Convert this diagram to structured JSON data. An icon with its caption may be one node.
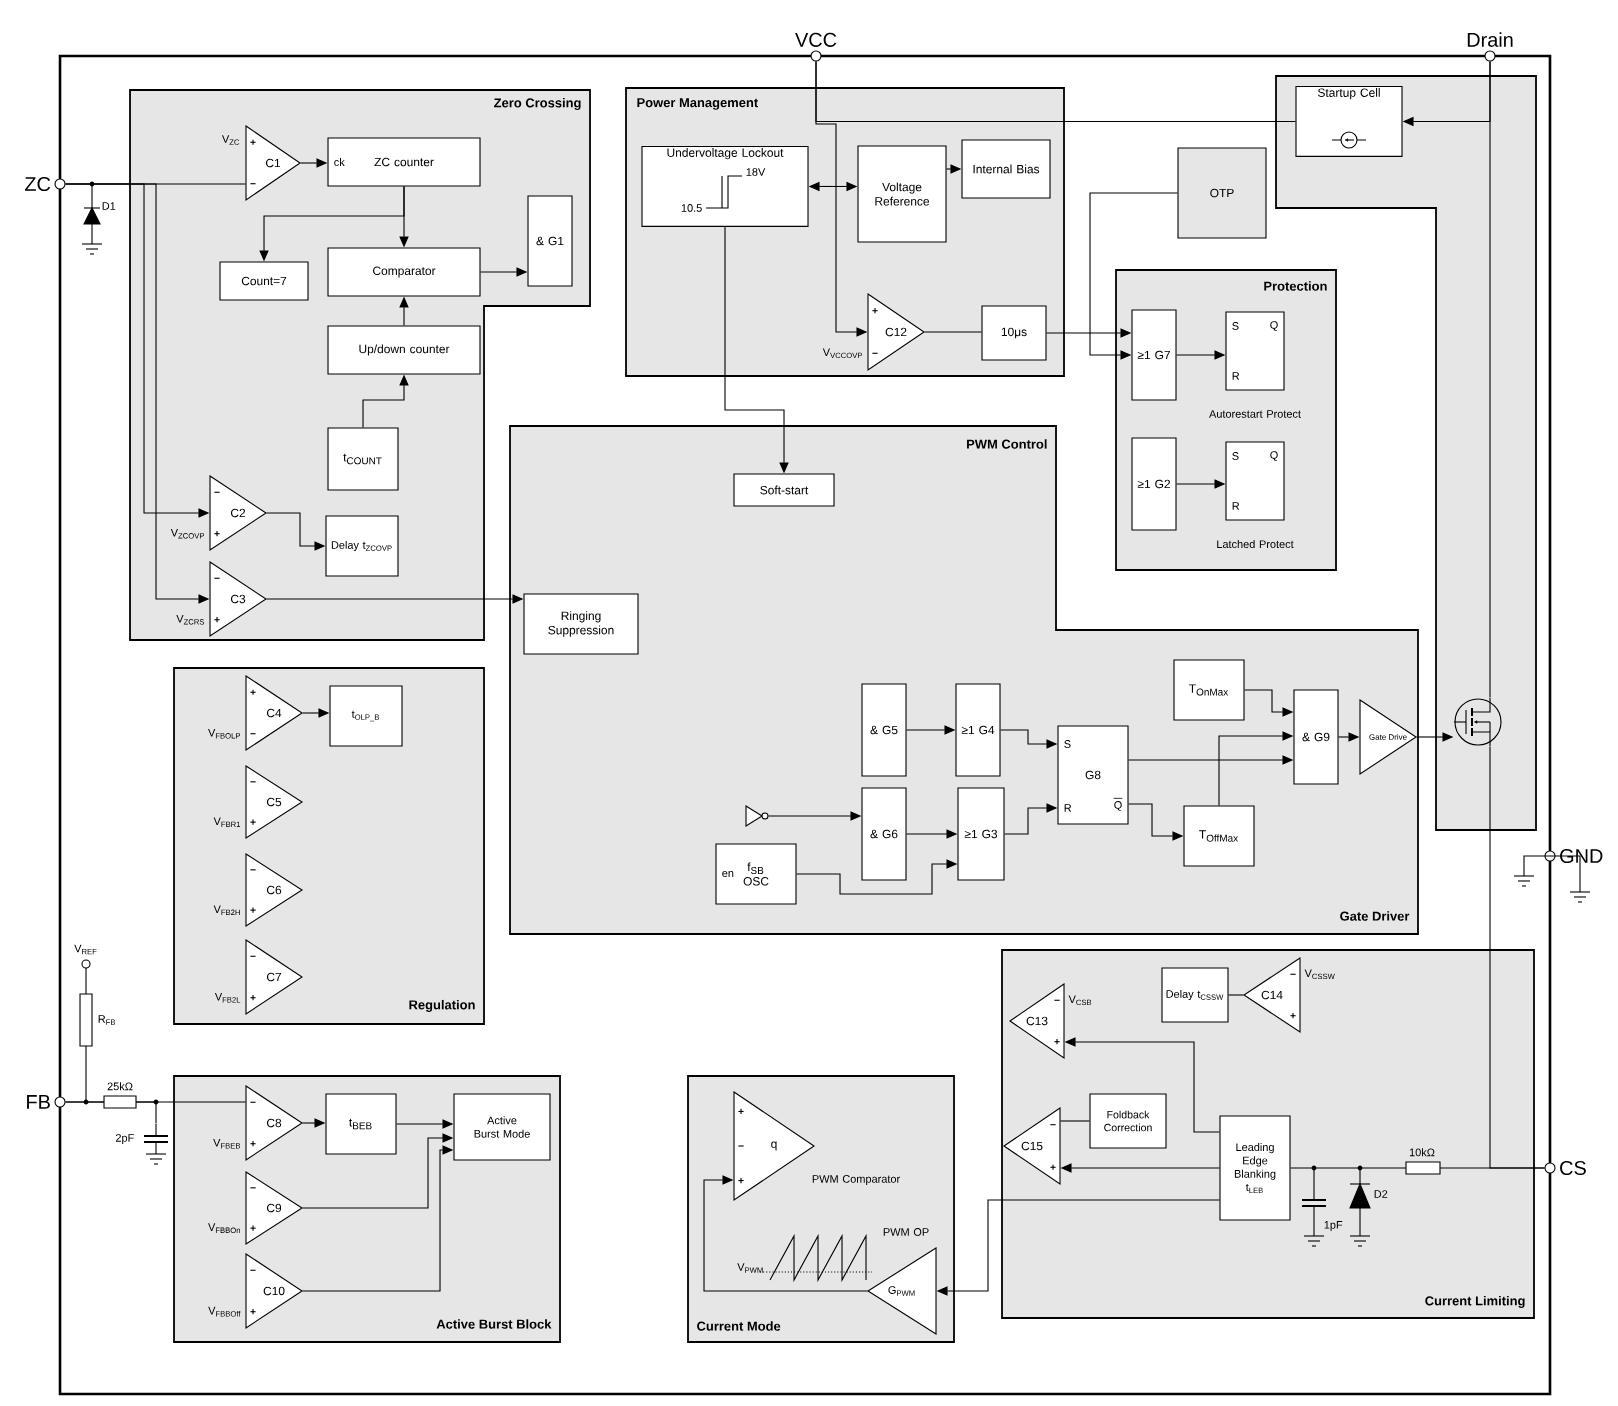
{
  "diagram": {
    "nodes": [
      {
        "text": [
          "Zero Crossing"
        ]
      },
      {
        "text": [
          "C1"
        ],
        "in": 0,
        "beside": [
          "V$_{ZC}$"
        ]
      },
      {
        "text": [
          "ZC counter"
        ],
        "in": 0
      },
      {
        "text": [
          "Count=7"
        ],
        "in": 0
      },
      {
        "text": [
          "Comparator"
        ],
        "in": 0
      },
      {
        "text": [
          "& G1"
        ],
        "in": 0
      },
      {
        "text": [
          "Up/down counter"
        ],
        "in": 0
      },
      {
        "text": [
          "t$_{COUNT}$"
        ],
        "in": 0
      },
      {
        "text": [
          "C2"
        ],
        "in": 0,
        "beside": [
          "V$_{ZCOVP}$"
        ]
      },
      {
        "text": [
          "Delay t$_{ZCOVP}$"
        ],
        "in": 0
      },
      {
        "text": [
          "C3"
        ],
        "in": 0,
        "beside": [
          "V$_{ZCRS}$"
        ]
      },
      {
        "text": [
          "Power Management"
        ]
      },
      {
        "text": [
          "Undervoltage Lockout"
        ],
        "in": 11
      },
      {
        "text": [
          "Voltage Reference"
        ],
        "in": 11
      },
      {
        "text": [
          "Internal Bias"
        ],
        "in": 11
      },
      {
        "text": [
          "C12"
        ],
        "in": 11,
        "beside": [
          "V$_{VCCOVP}$"
        ]
      },
      {
        "text": [
          "10μs"
        ],
        "in": 11
      },
      {
        "text": [
          "OTP"
        ]
      },
      {
        "text": [],
        "shape": "box"
      },
      {
        "text": [
          "Startup Cell"
        ],
        "in": 18
      },
      {
        "text": [],
        "shape": "picture",
        "in": 18
      },
      {
        "text": [
          "Protection"
        ]
      },
      {
        "text": [
          "≥1 G7"
        ],
        "in": 21
      },
      {
        "text": [],
        "shape": "box",
        "in": 21,
        "beside": [
          "Autorestart Protect"
        ]
      },
      {
        "text": [
          "≥1 G2"
        ],
        "in": 21
      },
      {
        "text": [],
        "shape": "box",
        "in": 21,
        "beside": [
          "Latched Protect"
        ]
      },
      {
        "text": [
          "PWM Control",
          "Gate Driver"
        ]
      },
      {
        "text": [
          "Soft-start"
        ],
        "in": 26
      },
      {
        "text": [
          "Ringing Suppression"
        ],
        "in": 26
      },
      {
        "text": [
          "& G5"
        ],
        "in": 26
      },
      {
        "text": [
          "≥1 G4"
        ],
        "in": 26
      },
      {
        "text": [
          "& G6"
        ],
        "in": 26
      },
      {
        "text": [
          "≥1 G3"
        ],
        "in": 26
      },
      {
        "text": [],
        "shape": "triangle",
        "in": 26
      },
      {
        "text": [
          "f$_{SB}$ OSC"
        ],
        "in": 26
      },
      {
        "text": [
          "G8"
        ],
        "in": 26
      },
      {
        "text": [
          "T$_{OnMax}$"
        ],
        "in": 26
      },
      {
        "text": [
          "T$_{OffMax}$"
        ],
        "in": 26
      },
      {
        "text": [
          "& G9"
        ],
        "in": 26
      },
      {
        "text": [
          "Gate Drive"
        ],
        "in": 26
      },
      {
        "text": [
          "Regulation"
        ]
      },
      {
        "text": [
          "C4"
        ],
        "in": 40,
        "beside": [
          "V$_{FBOLP}$"
        ]
      },
      {
        "text": [
          "t$_{OLP_B}$"
        ],
        "in": 40
      },
      {
        "text": [
          "C5"
        ],
        "in": 40,
        "beside": [
          "V$_{FBR1}$"
        ]
      },
      {
        "text": [
          "C6"
        ],
        "in": 40,
        "beside": [
          "V$_{FB2H}$"
        ]
      },
      {
        "text": [
          "C7"
        ],
        "in": 40,
        "beside": [
          "V$_{FB2L}$"
        ]
      },
      {
        "text": [
          "Active Burst Block"
        ]
      },
      {
        "text": [
          "C8"
        ],
        "in": 46,
        "beside": [
          "V$_{FBEB}$"
        ]
      },
      {
        "text": [
          "t$_{BEB}$"
        ],
        "in": 46
      },
      {
        "text": [
          "Active Burst Mode"
        ],
        "in": 46
      },
      {
        "text": [
          "C9"
        ],
        "in": 46,
        "beside": [
          "V$_{FBBOn}$"
        ]
      },
      {
        "text": [
          "C10"
        ],
        "in": 46,
        "beside": [
          "V$_{FBBOff}$"
        ]
      },
      {
        "text": [
          "Current Mode"
        ]
      },
      {
        "text": [
          "q"
        ],
        "in": 52,
        "beside": [
          "PWM Comparator"
        ]
      },
      {
        "text": [
          "G$_{PWM}$"
        ],
        "in": 52,
        "beside": [
          "PWM OP"
        ]
      },
      {
        "text": [
          "Current Limiting"
        ]
      },
      {
        "text": [
          "C13"
        ],
        "in": 55,
        "beside": [
          "V$_{CSB}$"
        ]
      },
      {
        "text": [
          "Delay t$_{CSSW}$"
        ],
        "in": 55
      },
      {
        "text": [
          "C14"
        ],
        "in": 55,
        "beside": [
          "V$_{CSSW}$"
        ]
      },
      {
        "text": [
          "Foldback Correction"
        ],
        "in": 55
      },
      {
        "text": [
          "C15"
        ],
        "in": 55
      },
      {
        "text": [
          "Leading Edge Blanking t$_{LEB}$"
        ],
        "in": 55
      },
      {
        "text": [
          "ZC"
        ]
      },
      {
        "text": [
          "VCC"
        ]
      },
      {
        "text": [
          "Drain"
        ]
      },
      {
        "text": [
          "GND"
        ]
      },
      {
        "text": [
          "FB"
        ]
      },
      {
        "text": [
          "CS"
        ]
      },
      {
        "text": [],
        "shape": "capacitor"
      }
    ],
    "edges": [
      {
        "from": 62,
        "to": 1,
        "arrow": "none"
      },
      {
        "from": 1,
        "to": 2,
        "arrow": "to"
      },
      {
        "from": 2,
        "to": 4,
        "arrow": "to"
      },
      {
        "from": 2,
        "to": 3,
        "arrow": "to"
      },
      {
        "from": 4,
        "to": 5,
        "arrow": "to"
      },
      {
        "from": 6,
        "to": 4,
        "arrow": "to"
      },
      {
        "from": 7,
        "to": 6,
        "arrow": "to"
      },
      {
        "from": 62,
        "to": 8,
        "arrow": "to"
      },
      {
        "from": 8,
        "to": 9,
        "arrow": "to"
      },
      {
        "from": 62,
        "to": 10,
        "arrow": "to"
      },
      {
        "from": 10,
        "to": 28,
        "arrow": "to"
      },
      {
        "from": 12,
        "to": 13,
        "arrow": "both"
      },
      {
        "from": 13,
        "to": 14,
        "arrow": "to"
      },
      {
        "from": 63,
        "to": 15,
        "arrow": "to"
      },
      {
        "from": 19,
        "to": 63,
        "arrow": "none"
      },
      {
        "from": 15,
        "to": 16,
        "arrow": "none"
      },
      {
        "from": 16,
        "to": 22,
        "arrow": "to"
      },
      {
        "from": 17,
        "to": 22,
        "arrow": "to"
      },
      {
        "from": 22,
        "to": 23,
        "arrow": "to"
      },
      {
        "from": 24,
        "to": 25,
        "arrow": "to"
      },
      {
        "from": 64,
        "to": 19,
        "arrow": "to"
      },
      {
        "from": 12,
        "to": 27,
        "arrow": "to"
      },
      {
        "from": 41,
        "to": 42,
        "arrow": "to"
      },
      {
        "from": 47,
        "to": 48,
        "arrow": "to"
      },
      {
        "from": 48,
        "to": 49,
        "arrow": "to"
      },
      {
        "from": 50,
        "to": 49,
        "arrow": "to"
      },
      {
        "from": 51,
        "to": 49,
        "arrow": "to"
      },
      {
        "from": 29,
        "to": 30,
        "arrow": "to"
      },
      {
        "from": 31,
        "to": 32,
        "arrow": "to"
      },
      {
        "from": 33,
        "to": 31,
        "arrow": "to"
      },
      {
        "from": 34,
        "to": 32,
        "arrow": "to"
      },
      {
        "from": 30,
        "to": 35,
        "arrow": "to"
      },
      {
        "from": 32,
        "to": 35,
        "arrow": "to"
      },
      {
        "from": 35,
        "to": 38,
        "arrow": "to"
      },
      {
        "from": 35,
        "to": 37,
        "arrow": "to"
      },
      {
        "from": 36,
        "to": 38,
        "arrow": "to"
      },
      {
        "from": 37,
        "to": 38,
        "arrow": "to"
      },
      {
        "from": 38,
        "to": 39,
        "arrow": "to"
      },
      {
        "from": 39,
        "to": 20,
        "arrow": "to"
      },
      {
        "from": 58,
        "to": 57,
        "arrow": "none"
      },
      {
        "from": 61,
        "to": 56,
        "arrow": "to"
      },
      {
        "from": 61,
        "to": 60,
        "arrow": "to"
      },
      {
        "from": 61,
        "to": 54,
        "arrow": "to"
      },
      {
        "from": 54,
        "to": 53,
        "arrow": "to"
      },
      {
        "from": 67,
        "to": 61,
        "arrow": "none"
      },
      {
        "from": 66,
        "to": 47,
        "arrow": "none"
      },
      {
        "from": 59,
        "to": 60,
        "arrow": "none"
      },
      {
        "from": 64,
        "to": 20,
        "arrow": "none"
      },
      {
        "from": 20,
        "to": 67,
        "arrow": "none"
      },
      {
        "from": 66,
        "to": 68,
        "arrow": "none"
      }
    ],
    "labels": [
      "ck",
      "18V",
      "10.5",
      "S",
      "Q",
      "R",
      "S",
      "Q",
      "R",
      "S",
      "R",
      "Q",
      "en",
      "V$_{REF}$",
      "R$_{FB}$",
      "25kΩ",
      "2pF",
      "V$_{PWM}$",
      "10kΩ",
      "1pF",
      "D1",
      "D2"
    ]
  }
}
